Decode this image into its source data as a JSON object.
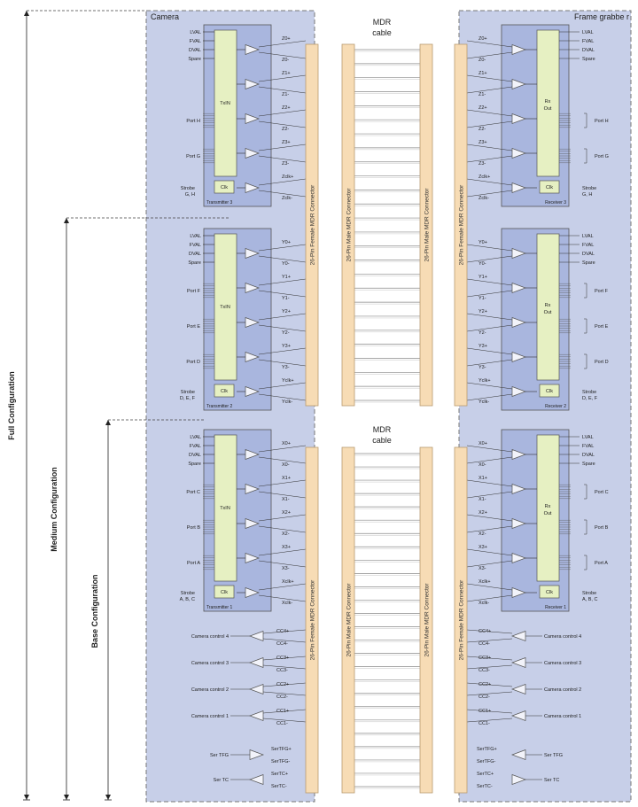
{
  "titles": {
    "camera": "Camera",
    "frame_grabber": "Frame grabbe r",
    "cable": "MDR",
    "cable2": "cable"
  },
  "configs": {
    "full": "Full Configuration",
    "medium": "Medium Configuration",
    "base": "Base Configuration"
  },
  "connectors": {
    "female": "26-Pin Female MDR Connector",
    "male": "26-Pin Male MDR Connector"
  },
  "signals": [
    "LVAL",
    "FVAL",
    "DVAL",
    "Spare"
  ],
  "blocks": [
    {
      "tx_label": "Transmitter 3",
      "rx_label": "Receiver 3",
      "ports": [
        "Port H",
        "Port G"
      ],
      "strobe_tx": "Strobe G, H",
      "strobe_rx": "Strobe G, H",
      "pins": [
        "Z0+",
        "Z0-",
        "Z1+",
        "Z1-",
        "Z2+",
        "Z2-",
        "Z3+",
        "Z3-",
        "Zclk+",
        "Zclk-"
      ]
    },
    {
      "tx_label": "Transmitter 2",
      "rx_label": "Receiver 2",
      "ports": [
        "Port F",
        "Port E",
        "Port D"
      ],
      "strobe_tx": "Strobe D, E, F",
      "strobe_rx": "Strobe D, E, F",
      "pins": [
        "Y0+",
        "Y0-",
        "Y1+",
        "Y1-",
        "Y2+",
        "Y2-",
        "Y3+",
        "Y3-",
        "Yclk+",
        "Yclk-"
      ]
    },
    {
      "tx_label": "Transmitter 1",
      "rx_label": "Receiver 1",
      "ports": [
        "Port C",
        "Port B",
        "Port A"
      ],
      "strobe_tx": "Strobe A, B, C",
      "strobe_rx": "Strobe A, B, C",
      "pins": [
        "X0+",
        "X0-",
        "X1+",
        "X1-",
        "X2+",
        "X2-",
        "X3+",
        "X3-",
        "Xclk+",
        "Xclk-"
      ]
    }
  ],
  "tx_chip": "TxIN",
  "rx_chip": "Rx Out",
  "clk": "Clk",
  "camera_controls": [
    "Camera control 4",
    "Camera control 3",
    "Camera control 2",
    "Camera control 1"
  ],
  "cc_pins": [
    "CC4+",
    "CC4-",
    "CC3+",
    "CC3-",
    "CC2+",
    "CC2-",
    "CC1+",
    "CC1-"
  ],
  "serial": {
    "tfg": "Ser TFG",
    "tc": "Ser TC",
    "pins": [
      "SerTFG+",
      "SerTFG-",
      "SerTC+",
      "SerTC-"
    ]
  },
  "colors": {
    "panel": "#c7cfe8",
    "chip": "#e6f0c2",
    "connector": "#f7dcb5",
    "amp": "#f2f3fa"
  }
}
